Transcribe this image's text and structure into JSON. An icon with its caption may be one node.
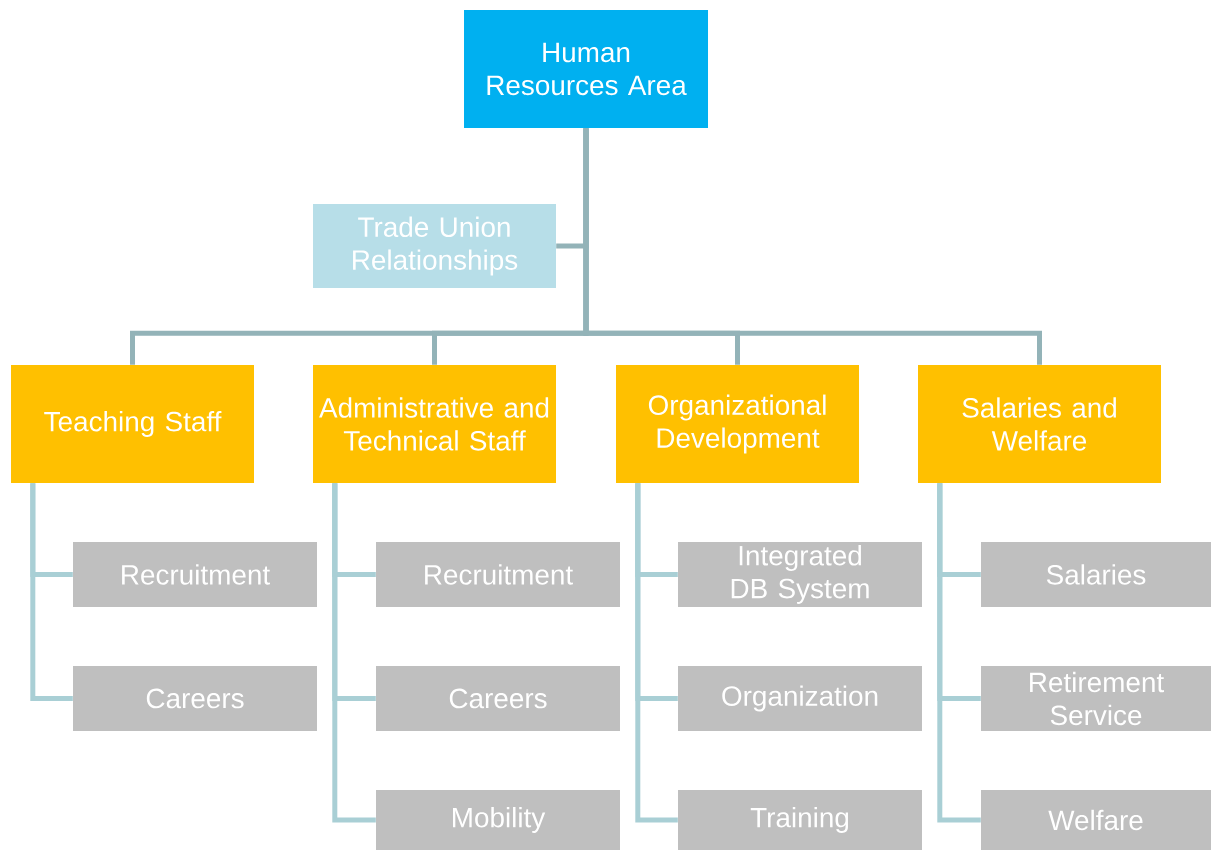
{
  "diagram": {
    "nodes": [
      {
        "text": [
          "Human Resources Area"
        ]
      },
      {
        "text": [
          "Trade Union Relationships"
        ]
      },
      {
        "text": [
          "Teaching Staff"
        ]
      },
      {
        "text": [
          "Administrative and Technical Staff"
        ]
      },
      {
        "text": [
          "Organizational Development"
        ]
      },
      {
        "text": [
          "Salaries and Welfare"
        ]
      },
      {
        "text": [
          "Recruitment"
        ]
      },
      {
        "text": [
          "Careers"
        ]
      },
      {
        "text": [
          "Recruitment"
        ]
      },
      {
        "text": [
          "Careers"
        ]
      },
      {
        "text": [
          "Mobility"
        ]
      },
      {
        "text": [
          "Integrated DB System"
        ]
      },
      {
        "text": [
          "Organization"
        ]
      },
      {
        "text": [
          "Training"
        ]
      },
      {
        "text": [
          "Salaries"
        ]
      },
      {
        "text": [
          "Retirement Service"
        ]
      },
      {
        "text": [
          "Welfare"
        ]
      }
    ],
    "edges": [
      {
        "from": 0,
        "to": 1,
        "arrow": "none",
        "color": "#93b3b8"
      },
      {
        "from": 0,
        "to": 2,
        "arrow": "none",
        "color": "#93b3b8"
      },
      {
        "from": 0,
        "to": 3,
        "arrow": "none",
        "color": "#93b3b8"
      },
      {
        "from": 0,
        "to": 4,
        "arrow": "none",
        "color": "#93b3b8"
      },
      {
        "from": 0,
        "to": 5,
        "arrow": "none",
        "color": "#93b3b8"
      },
      {
        "from": 2,
        "to": 6,
        "arrow": "none"
      },
      {
        "from": 2,
        "to": 7,
        "arrow": "none"
      },
      {
        "from": 3,
        "to": 8,
        "arrow": "none"
      },
      {
        "from": 3,
        "to": 9,
        "arrow": "none"
      },
      {
        "from": 3,
        "to": 10,
        "arrow": "none"
      },
      {
        "from": 4,
        "to": 11,
        "arrow": "none"
      },
      {
        "from": 4,
        "to": 12,
        "arrow": "none"
      },
      {
        "from": 4,
        "to": 13,
        "arrow": "none"
      },
      {
        "from": 5,
        "to": 14,
        "arrow": "none"
      },
      {
        "from": 5,
        "to": 15,
        "arrow": "none"
      },
      {
        "from": 5,
        "to": 16,
        "arrow": "none"
      }
    ]
  }
}
